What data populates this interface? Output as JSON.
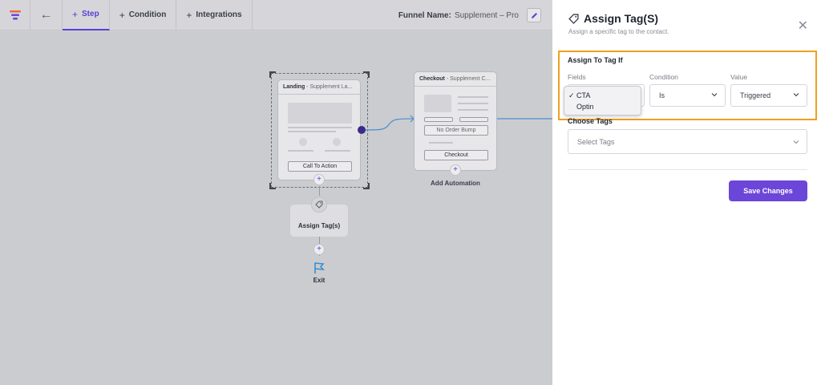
{
  "topbar": {
    "back_icon": "arrow-left-icon",
    "step_label": "Step",
    "condition_label": "Condition",
    "integrations_label": "Integrations",
    "funnel_name_label": "Funnel Name:",
    "funnel_name_value": "Supplement – Pro"
  },
  "canvas": {
    "landing": {
      "title": "Landing",
      "subtitle": "- Supplement La...",
      "cta": "Call To Action"
    },
    "checkout": {
      "title": "Checkout",
      "subtitle": "- Supplement C...",
      "order_bump": "No Order Bump",
      "button": "Checkout",
      "add_automation": "Add Automation"
    },
    "assign_node": {
      "label": "Assign Tag(s)"
    },
    "exit_label": "Exit"
  },
  "panel": {
    "title": "Assign Tag(S)",
    "subtitle": "Assign a specific tag to the contact.",
    "rule_title": "Assign To Tag If",
    "fields_label": "Fields",
    "condition_label": "Condition",
    "value_label": "Value",
    "condition_value": "Is",
    "value_value": "Triggered",
    "field_options": [
      "✓ CTA",
      "Optin"
    ],
    "choose_tags_label": "Choose Tags",
    "tags_placeholder": "Select Tags",
    "save_label": "Save Changes"
  },
  "colors": {
    "accent": "#6b46d8",
    "highlight": "#f0a020",
    "connector": "#4a8fd0"
  }
}
